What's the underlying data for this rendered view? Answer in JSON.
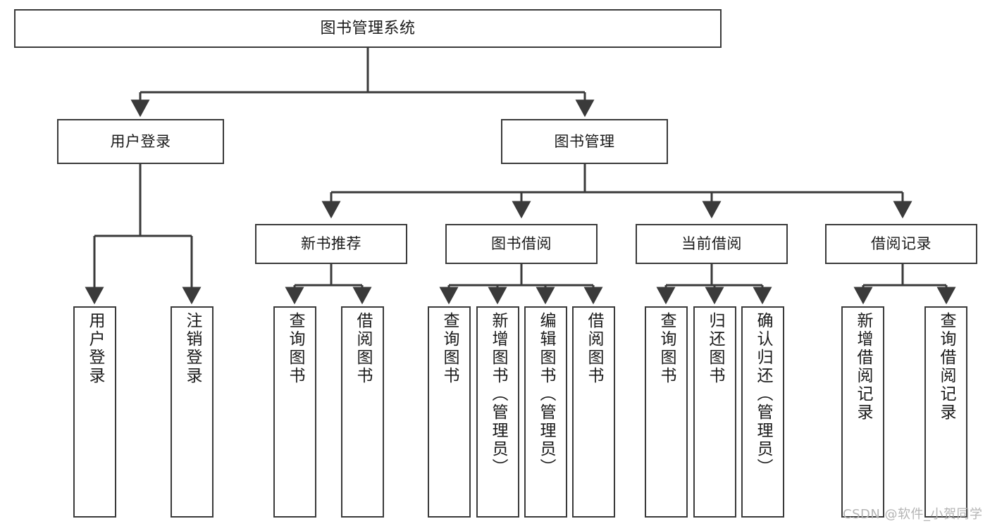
{
  "diagram": {
    "title": "图书管理系统",
    "type": "tree-hierarchy",
    "watermark": "CSDN @软件_小贺同学",
    "colors": {
      "box_border": "#3a3a3a",
      "box_fill": "#ffffff",
      "edge": "#3a3a3a",
      "text": "#1a1a1a",
      "watermark": "#b4b4b4",
      "background": "#ffffff"
    },
    "root": {
      "label": "图书管理系统"
    },
    "level1": [
      {
        "label": "用户登录"
      },
      {
        "label": "图书管理"
      }
    ],
    "level2": [
      {
        "label": "新书推荐"
      },
      {
        "label": "图书借阅"
      },
      {
        "label": "当前借阅"
      },
      {
        "label": "借阅记录"
      }
    ],
    "leaves": {
      "user_login": [
        {
          "label": "用户登录"
        },
        {
          "label": "注销登录"
        }
      ],
      "new_book_recommend": [
        {
          "label": "查询图书"
        },
        {
          "label": "借阅图书"
        }
      ],
      "book_borrow": [
        {
          "label": "查询图书"
        },
        {
          "label": "新增图书（管理员）"
        },
        {
          "label": "编辑图书（管理员）"
        },
        {
          "label": "借阅图书"
        }
      ],
      "current_borrow": [
        {
          "label": "查询图书"
        },
        {
          "label": "归还图书"
        },
        {
          "label": "确认归还（管理员）"
        }
      ],
      "borrow_record": [
        {
          "label": "新增借阅记录"
        },
        {
          "label": "查询借阅记录"
        }
      ]
    }
  }
}
